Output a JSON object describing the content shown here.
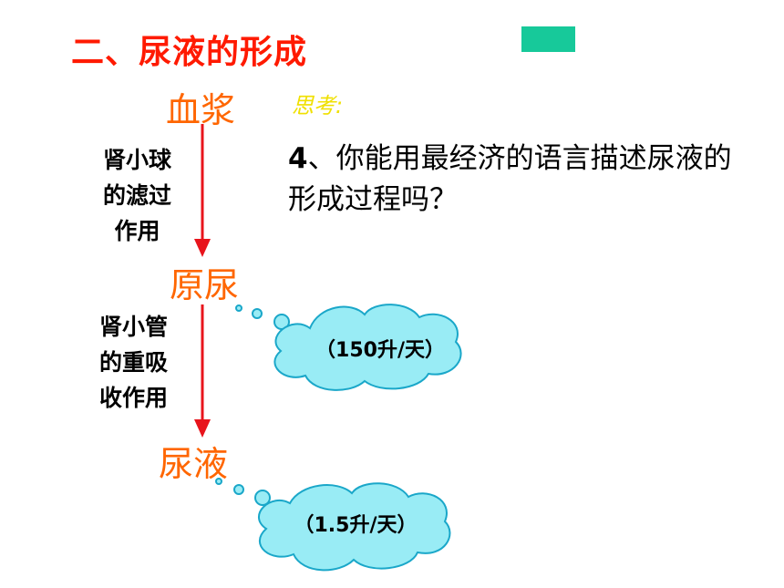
{
  "title": "二、尿液的形成",
  "colors": {
    "title": "#ff1a00",
    "stage_text": "#ff6600",
    "arrow": "#e8141c",
    "think": "#f0e000",
    "accent_box": "#17c99a",
    "cloud_fill": "#99ecf5",
    "cloud_stroke": "#1aa7c9"
  },
  "flow": {
    "stages": {
      "plasma": "血浆",
      "primary_urine": "原尿",
      "urine": "尿液"
    },
    "processes": {
      "filtration": [
        "肾小球",
        "的滤过",
        "作用"
      ],
      "reabsorption": [
        "肾小管",
        "的重吸",
        "收作用"
      ]
    }
  },
  "think_label": "思考:",
  "question": {
    "number": "4",
    "separator": "、",
    "text": "你能用最经济的语言描述尿液的形成过程吗？"
  },
  "clouds": {
    "primary_urine_volume": "（150升/天）",
    "urine_volume": "（1.5升/天）"
  }
}
